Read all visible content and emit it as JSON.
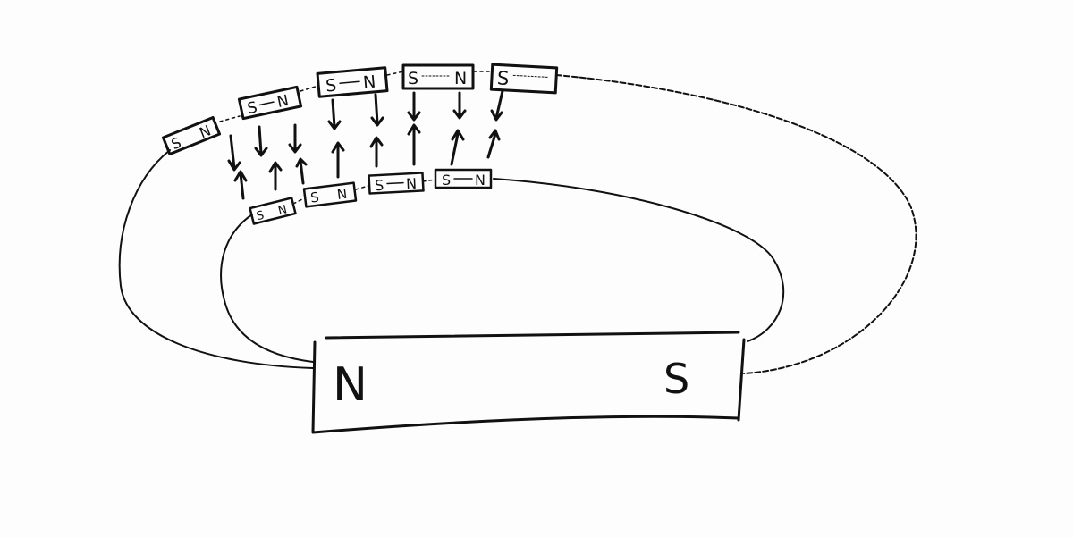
{
  "diagram": {
    "bar_magnet": {
      "north_label": "N",
      "south_label": "S"
    },
    "outer_compass_magnets": [
      {
        "south": "S",
        "north": "N"
      },
      {
        "south": "S",
        "north": "N"
      },
      {
        "south": "S",
        "north": "N"
      },
      {
        "south": "S",
        "north": "N"
      },
      {
        "south": "S",
        "north": ""
      }
    ],
    "inner_compass_magnets": [
      {
        "south": "S",
        "north": "N"
      },
      {
        "south": "S",
        "north": "N"
      },
      {
        "south": "S",
        "north": "N"
      },
      {
        "south": "S",
        "north": "N"
      }
    ],
    "ink_color": "#111111"
  }
}
